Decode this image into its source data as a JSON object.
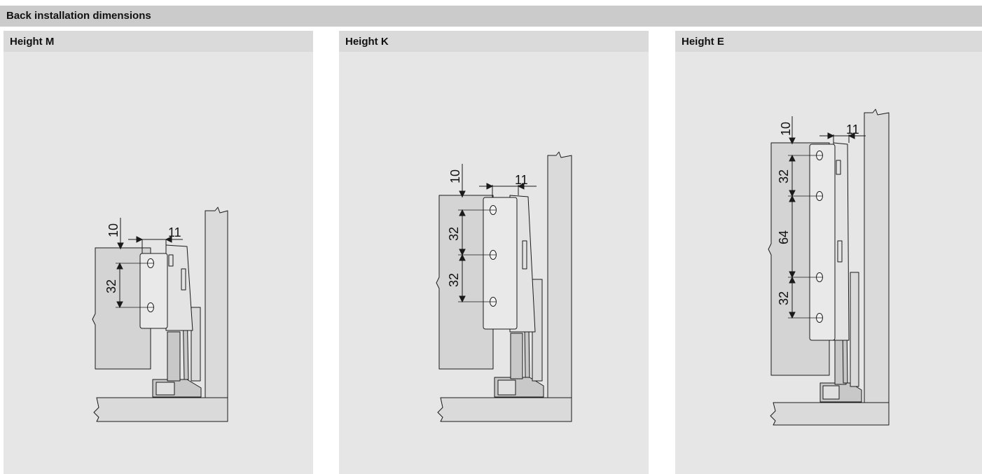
{
  "title": "Back installation dimensions",
  "panels": [
    {
      "label": "Height M",
      "dims": {
        "top_offset": "10",
        "side_offset": "11",
        "spacings": [
          "32"
        ]
      }
    },
    {
      "label": "Height K",
      "dims": {
        "top_offset": "10",
        "side_offset": "11",
        "spacings": [
          "32",
          "32"
        ]
      }
    },
    {
      "label": "Height E",
      "dims": {
        "top_offset": "10",
        "side_offset": "11",
        "spacings": [
          "32",
          "64",
          "32"
        ]
      }
    }
  ]
}
